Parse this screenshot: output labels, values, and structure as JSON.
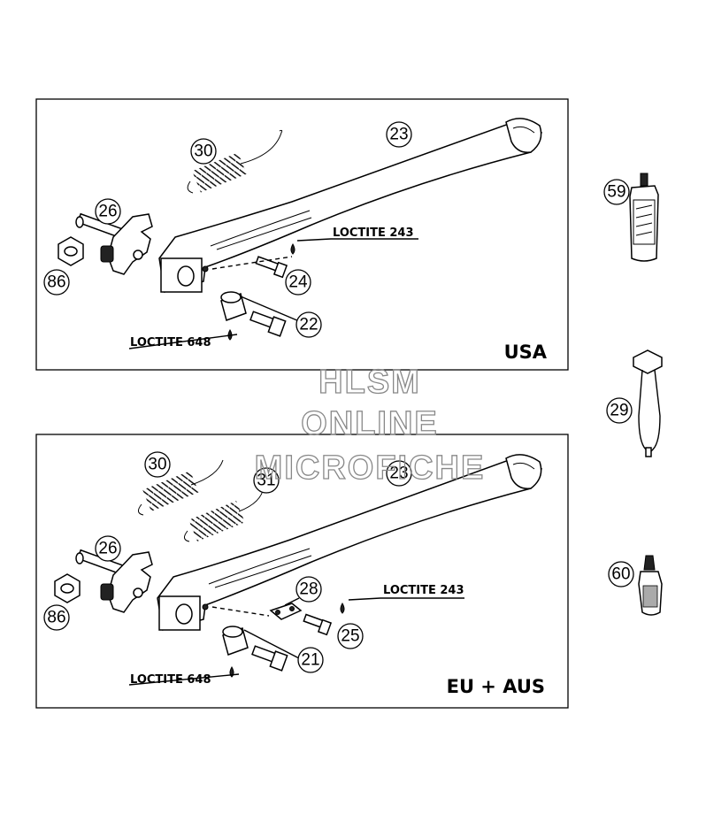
{
  "panels": [
    {
      "region_label": "USA",
      "callouts": [
        "30",
        "23",
        "26",
        "86",
        "24",
        "22"
      ],
      "loctite_labels": [
        "LOCTITE 243",
        "LOCTITE 648"
      ]
    },
    {
      "region_label": "EU + AUS",
      "callouts": [
        "30",
        "31",
        "23",
        "26",
        "86",
        "28",
        "25",
        "21"
      ],
      "loctite_labels": [
        "LOCTITE 243",
        "LOCTITE 648"
      ]
    }
  ],
  "side_callouts": [
    "59",
    "29",
    "60"
  ],
  "watermark": [
    "HLSM",
    "ONLINE",
    "MICROFICHE"
  ]
}
